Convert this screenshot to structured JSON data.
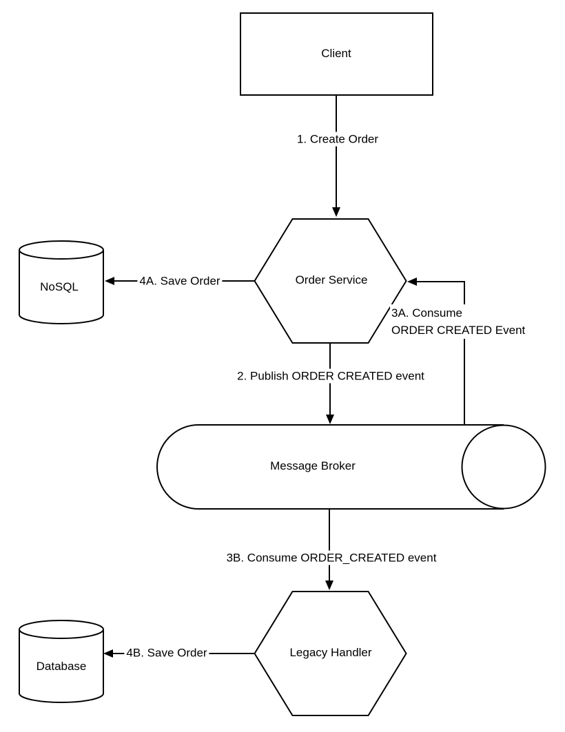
{
  "diagram": {
    "background_color": "#ffffff",
    "stroke_color": "#000000",
    "text_color": "#000000",
    "nodes": {
      "client": {
        "label": "Client",
        "shape": "rectangle"
      },
      "order_service": {
        "label": "Order Service",
        "shape": "hexagon"
      },
      "nosql": {
        "label": "NoSQL",
        "shape": "database-cylinder"
      },
      "message_broker": {
        "label": "Message Broker",
        "shape": "horizontal-cylinder"
      },
      "legacy_handler": {
        "label": "Legacy Handler",
        "shape": "hexagon"
      },
      "database": {
        "label": "Database",
        "shape": "database-cylinder"
      }
    },
    "edges": {
      "create_order": {
        "label": "1. Create Order",
        "from": "Client",
        "to": "Order Service"
      },
      "publish_event": {
        "label": "2. Publish ORDER CREATED event",
        "from": "Order Service",
        "to": "Message Broker"
      },
      "consume_a": {
        "label_line1": "3A. Consume",
        "label_line2": "ORDER CREATED Event",
        "from": "Message Broker",
        "to": "Order Service"
      },
      "consume_b": {
        "label": "3B. Consume ORDER_CREATED event",
        "from": "Message Broker",
        "to": "Legacy Handler"
      },
      "save_order_a": {
        "label": "4A. Save Order",
        "from": "Order Service",
        "to": "NoSQL"
      },
      "save_order_b": {
        "label": "4B. Save Order",
        "from": "Legacy Handler",
        "to": "Database"
      }
    }
  }
}
